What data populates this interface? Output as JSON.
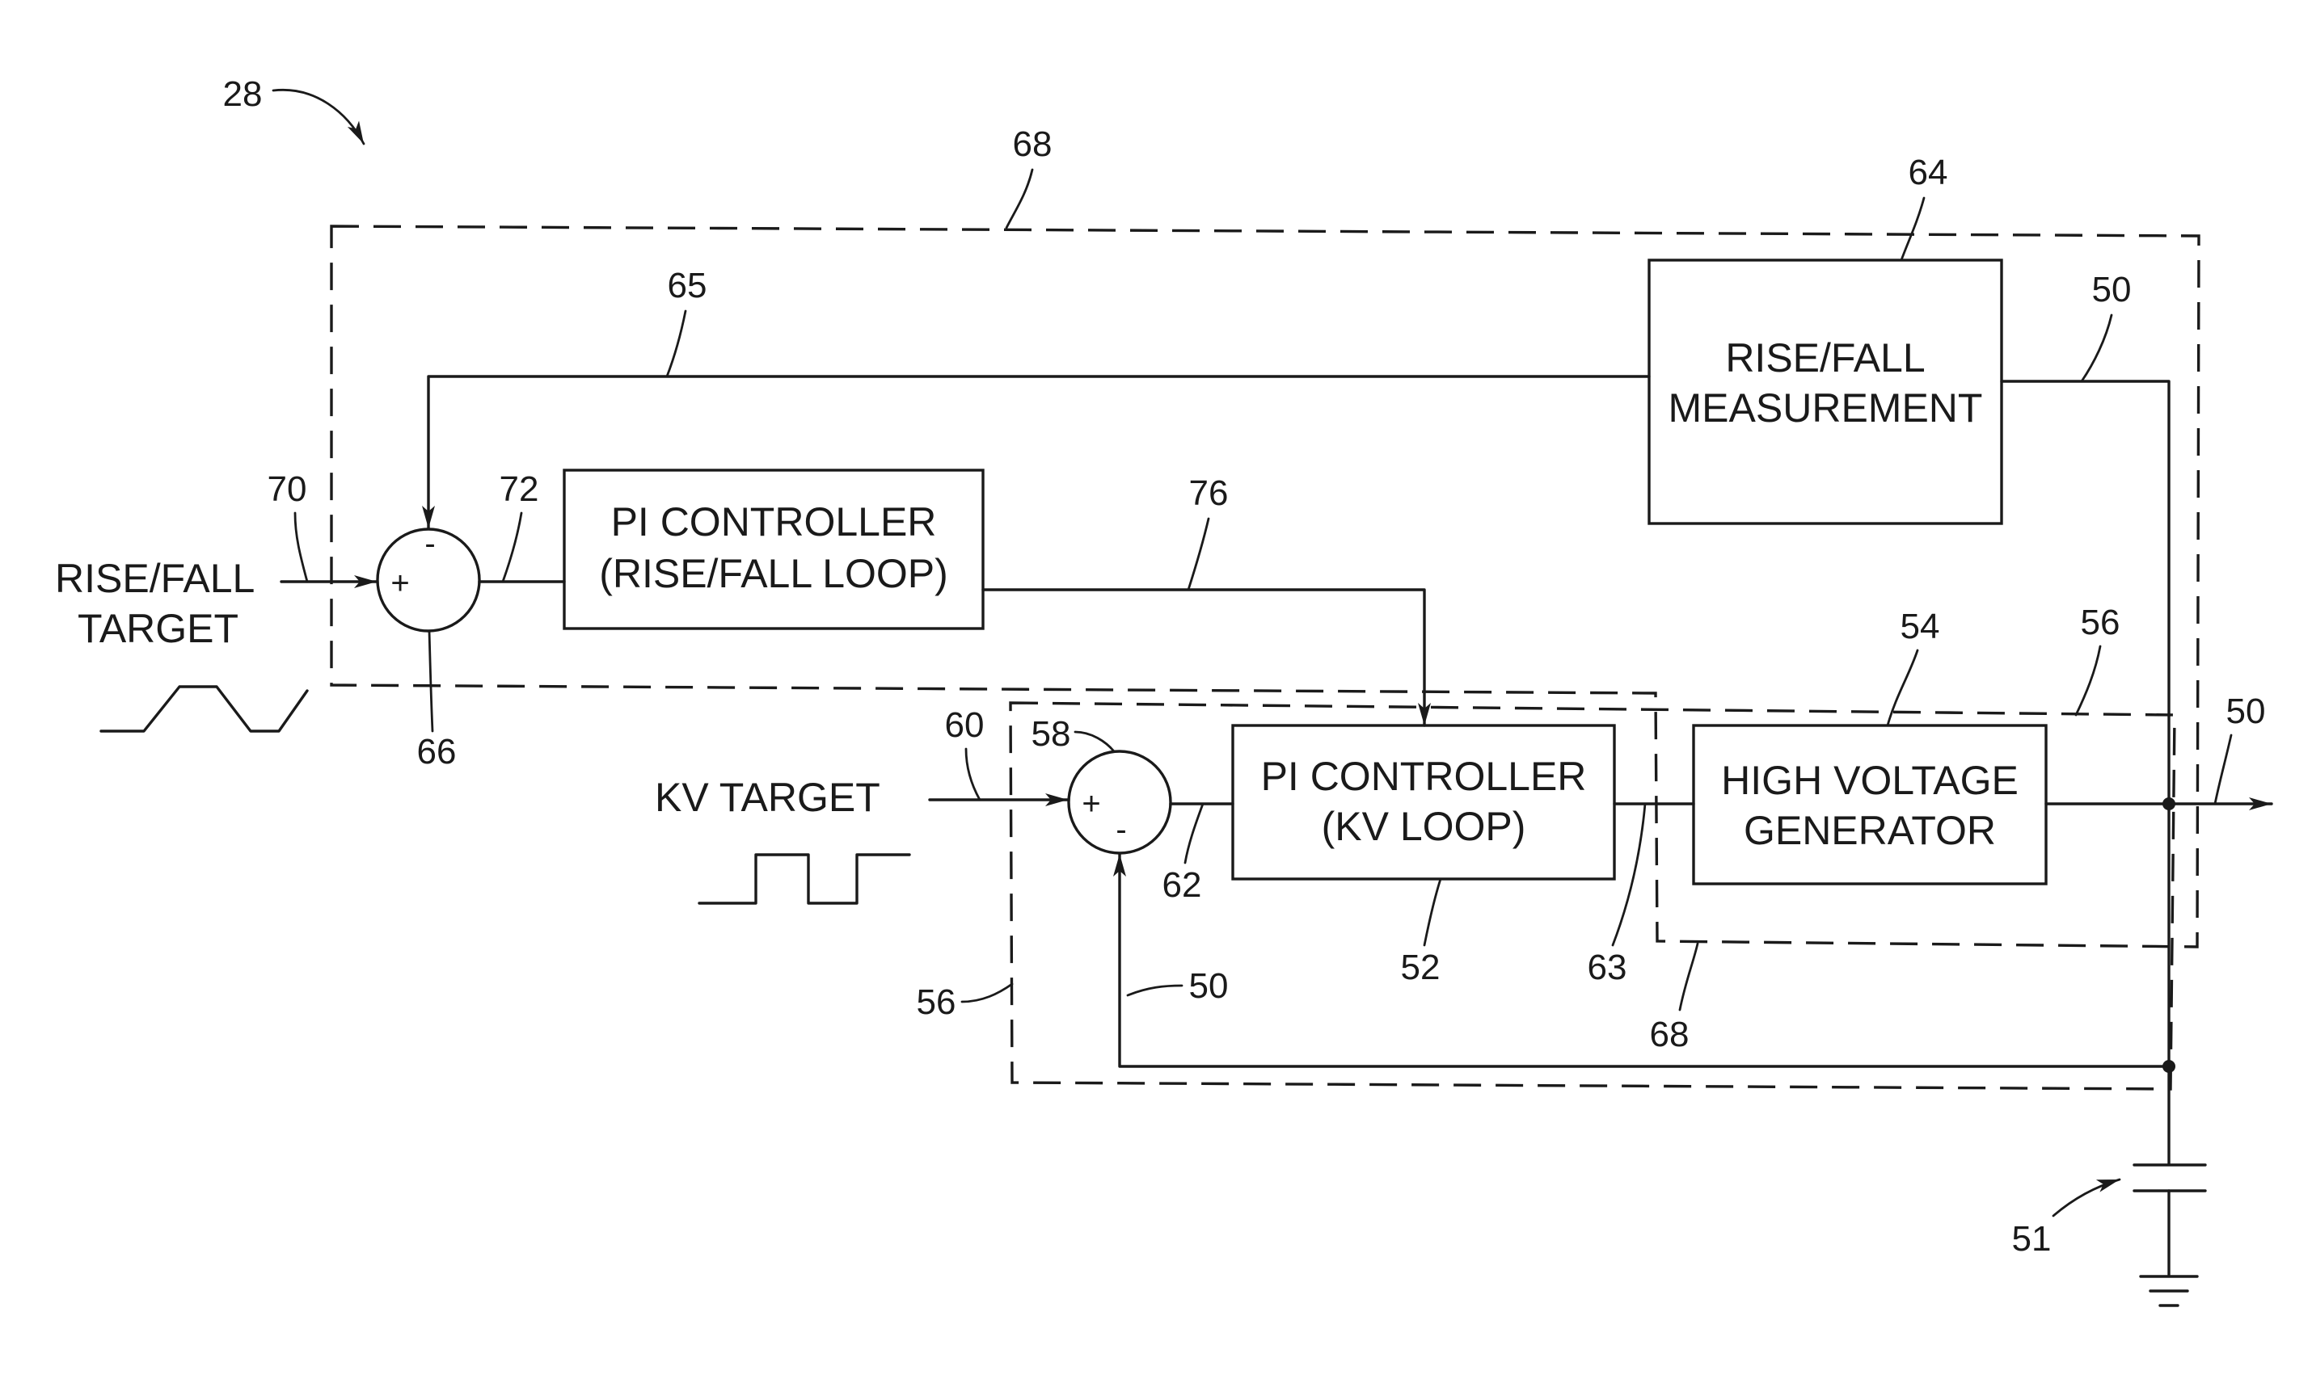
{
  "figure": {
    "number": "28"
  },
  "blocks": {
    "pi_rise_fall": {
      "line1": "PI CONTROLLER",
      "line2": "(RISE/FALL LOOP)"
    },
    "pi_kv": {
      "line1": "PI CONTROLLER",
      "line2": "(KV LOOP)"
    },
    "hv_generator": {
      "line1": "HIGH VOLTAGE",
      "line2": "GENERATOR"
    },
    "rise_fall_measurement": {
      "line1": "RISE/FALL",
      "line2": "MEASUREMENT"
    }
  },
  "inputs": {
    "rise_fall_target": {
      "line1": "RISE/FALL",
      "line2": "TARGET"
    },
    "kv_target": "KV TARGET"
  },
  "summing_junctions": {
    "outer": {
      "plus": "+",
      "minus": "-"
    },
    "inner": {
      "plus": "+",
      "minus": "-"
    }
  },
  "reference_numerals": {
    "r28": "28",
    "r68_top": "68",
    "r64": "64",
    "r65": "65",
    "r50_top": "50",
    "r70": "70",
    "r72": "72",
    "r76": "76",
    "r66": "66",
    "r54": "54",
    "r56_right": "56",
    "r50_out": "50",
    "r60": "60",
    "r58": "58",
    "r62": "62",
    "r52": "52",
    "r63": "63",
    "r56_left": "56",
    "r50_fb": "50",
    "r68_bottom": "68",
    "r51": "51"
  }
}
